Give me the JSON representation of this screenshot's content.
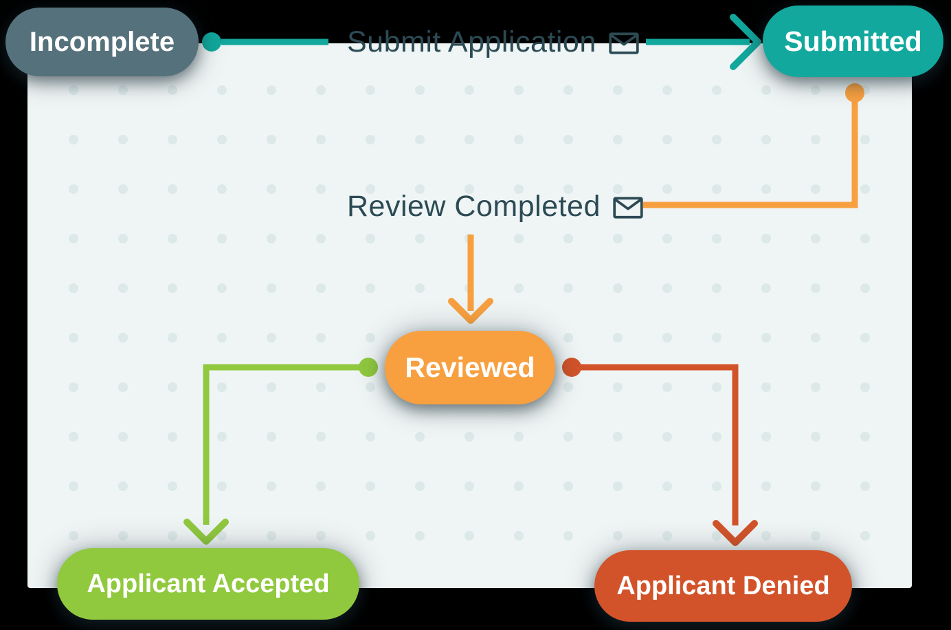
{
  "diagram": {
    "outer_background": "#000000",
    "canvas_background": "#eff4f4",
    "dot_color": "#dde8e8",
    "label_text_color": "#2c4a54",
    "nodes": [
      {
        "id": "incomplete",
        "label": "Incomplete",
        "color": "#55717b"
      },
      {
        "id": "submitted",
        "label": "Submitted",
        "color": "#12a89d"
      },
      {
        "id": "reviewed",
        "label": "Reviewed",
        "color": "#f8a040"
      },
      {
        "id": "applicant-accepted",
        "label": "Applicant Accepted",
        "color": "#90c83e"
      },
      {
        "id": "applicant-denied",
        "label": "Applicant Denied",
        "color": "#d2532a"
      }
    ],
    "transitions": [
      {
        "id": "submit-application",
        "label": "Submit Application",
        "icon": "envelope-icon",
        "color": "#12a89d",
        "from": "Incomplete",
        "to": "Submitted"
      },
      {
        "id": "review-completed",
        "label": "Review Completed",
        "icon": "envelope-icon",
        "color": "#f8a040",
        "from": "Submitted",
        "to": "Reviewed"
      },
      {
        "id": "accepted-path",
        "label": "",
        "icon": "",
        "color": "#90c83e",
        "from": "Reviewed",
        "to": "Applicant Accepted"
      },
      {
        "id": "denied-path",
        "label": "",
        "icon": "",
        "color": "#d2532a",
        "from": "Reviewed",
        "to": "Applicant Denied"
      }
    ]
  }
}
